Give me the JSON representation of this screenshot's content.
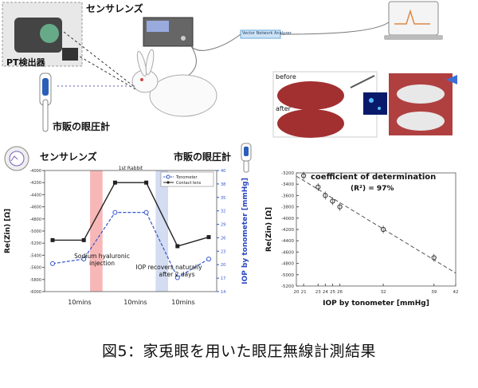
{
  "top": {
    "sensor_lens_label": "センサレンズ",
    "pt_detector_label": "PT検出器",
    "tonometer_label": "市販の眼圧計",
    "network_analyzer_label": "Vector Network Analyzer",
    "before_label": "before",
    "after_label": "after"
  },
  "left_chart": {
    "sensor_lens_label": "センサレンズ",
    "tonometer_label": "市販の眼圧計",
    "chart_data": {
      "type": "line",
      "title": "1st Rabbit",
      "ylabel": "Re(Zin) [Ω]",
      "y2label": "IOP by tonometer [mmHg]",
      "ylim": [
        -6000,
        -4000
      ],
      "yticks": [
        "-4000",
        "-4200",
        "-4400",
        "-4600",
        "-4800",
        "-5000",
        "-5200",
        "-5400",
        "-5600",
        "-5800",
        "-6000"
      ],
      "y2lim": [
        14,
        40
      ],
      "y2ticks": [
        "40",
        "38",
        "35",
        "32",
        "29",
        "26",
        "23",
        "20",
        "17",
        "14"
      ],
      "xticks": [
        "10mins",
        "10mins",
        "10mins"
      ],
      "legend": [
        "Tonometer",
        "Contact lens"
      ],
      "series": [
        {
          "name": "Tonometer",
          "x": [
            0,
            1,
            2,
            3,
            4,
            5
          ],
          "values": [
            20,
            21,
            31,
            31,
            17,
            21
          ]
        },
        {
          "name": "Contact lens",
          "x": [
            0,
            1,
            2,
            3,
            4,
            5
          ],
          "values": [
            -5150,
            -5150,
            -4200,
            -4200,
            -5250,
            -5100
          ]
        }
      ],
      "annotations": [
        "Sodium hyaluronic injection",
        "IOP recovers naturally after 2 days"
      ]
    }
  },
  "right_chart": {
    "chart_data": {
      "type": "scatter",
      "title": "coefficient of determination",
      "subtitle": "(R²) = 97%",
      "xlabel": "IOP by tonometer [mmHg]",
      "ylabel": "Re(Zin) [Ω]",
      "xlim": [
        20,
        42
      ],
      "ylim": [
        -5200,
        -3200
      ],
      "xticks": [
        "20",
        "21",
        "23",
        "24",
        "25",
        "26",
        "32",
        "39",
        "42"
      ],
      "yticks": [
        "-3200",
        "-3400",
        "-3600",
        "-3800",
        "-4000",
        "-4200",
        "-4400",
        "-4600",
        "-4800",
        "-5000",
        "-5200"
      ],
      "x": [
        21,
        23,
        24,
        25,
        26,
        32,
        39
      ],
      "y": [
        -3250,
        -3450,
        -3600,
        -3700,
        -3800,
        -4200,
        -4700
      ]
    }
  },
  "caption": "図5：家兎眼を用いた眼圧無線計測結果"
}
